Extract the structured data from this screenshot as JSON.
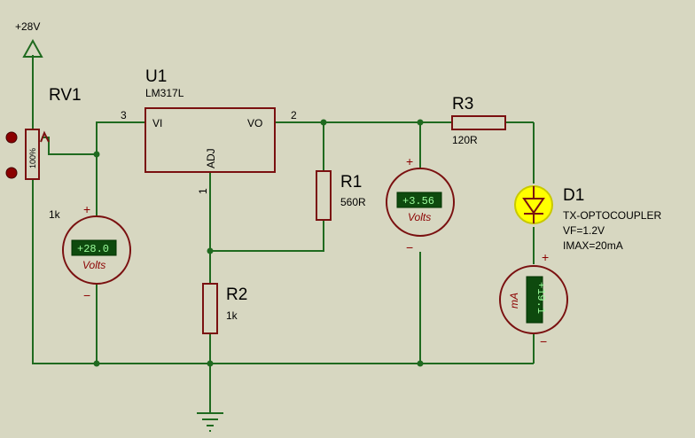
{
  "power": {
    "label": "+28V"
  },
  "rv1": {
    "ref": "RV1",
    "value": "1k",
    "wiper": "100%"
  },
  "u1": {
    "ref": "U1",
    "part": "LM317L",
    "pin_vi": "VI",
    "pin_vo": "VO",
    "pin_adj": "ADJ",
    "pin3": "3",
    "pin2": "2",
    "pin1": "1"
  },
  "r1": {
    "ref": "R1",
    "value": "560R"
  },
  "r2": {
    "ref": "R2",
    "value": "1k"
  },
  "r3": {
    "ref": "R3",
    "value": "120R"
  },
  "d1": {
    "ref": "D1",
    "part": "TX-OPTOCOUPLER",
    "vf": "VF=1.2V",
    "imax": "IMAX=20mA"
  },
  "meter_left": {
    "reading": "+28.0",
    "unit": "Volts",
    "plus": "+",
    "minus": "−"
  },
  "meter_mid": {
    "reading": "+3.56",
    "unit": "Volts",
    "plus": "+",
    "minus": "−"
  },
  "meter_right": {
    "reading": "+19.1",
    "unit": "mA",
    "plus": "+",
    "minus": "−"
  },
  "colors": {
    "wire": "#1f6a1f",
    "component": "#d7d7c1",
    "outline": "#7a1010",
    "lcd": "#0e4a0e",
    "led": "#ffff00"
  }
}
